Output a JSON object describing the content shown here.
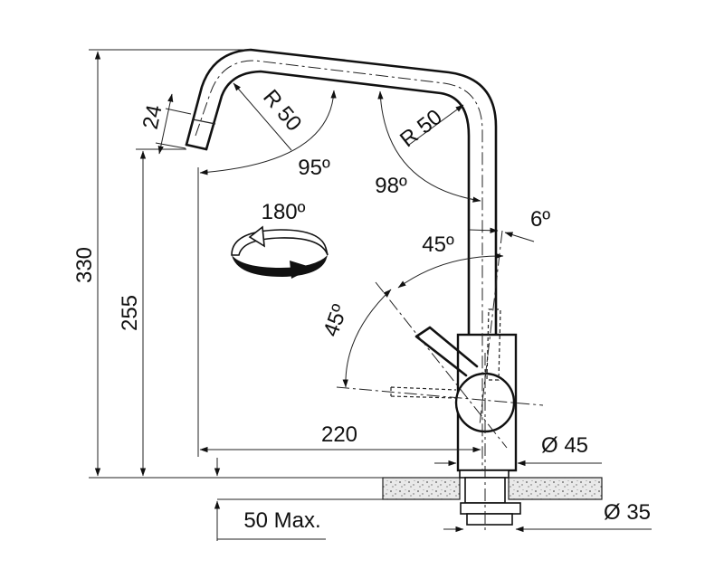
{
  "diagram": {
    "dim_overall_height": "330",
    "dim_spout_height": "255",
    "dim_reach": "220",
    "dim_spout_tip": "24",
    "dim_radius_left": "R 50",
    "dim_radius_right": "R 50",
    "angle_spout_left": "95º",
    "angle_spout_right": "98º",
    "angle_tilt": "6º",
    "angle_handle_upper": "45º",
    "angle_handle_left": "45º",
    "swivel_angle": "180º",
    "dim_body_diameter": "Ø 45",
    "dim_hole_diameter": "Ø 35",
    "dim_counter_max": "50 Max."
  },
  "colors": {
    "line": "#222222",
    "background": "#ffffff"
  }
}
